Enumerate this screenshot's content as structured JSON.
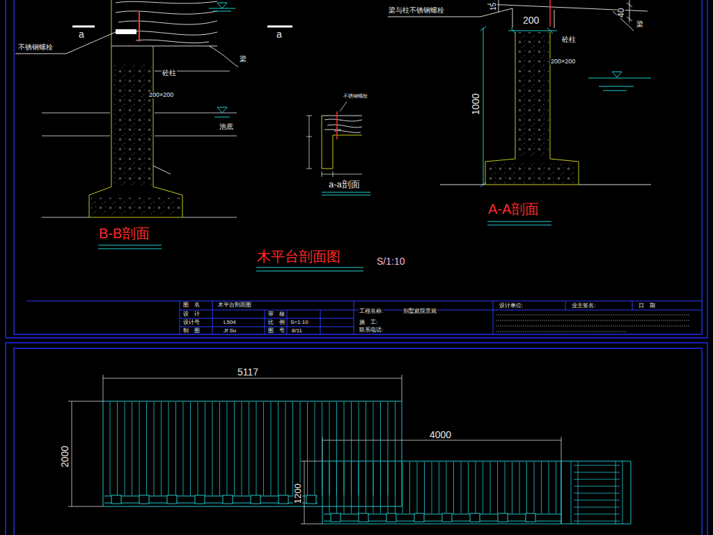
{
  "diagram": {
    "title": "木平台剖面图",
    "labels": [
      "a",
      "a",
      "不锈钢螺栓",
      "梁",
      "砼柱",
      "200×200",
      "池底",
      "B-B剖面",
      "不锈钢螺栓",
      "a-a剖面",
      "梁与柱不锈钢螺栓",
      "200",
      "40",
      "15",
      "梁",
      "砼柱",
      "200×200",
      "1000",
      "A-A剖面",
      "S/1:10",
      "图　名",
      "木平台剖面图",
      "设　计",
      "审　核",
      "设计号",
      "L504",
      "比　例",
      "S=1:10",
      "制　图",
      "Jf Su",
      "图　号",
      "8/11",
      "工程名称:",
      "别墅庭院景观",
      "施　工:",
      "联系电话:",
      "设计单位:",
      "业主签名:",
      "日　期",
      "5117",
      "2000",
      "4000",
      "1200"
    ]
  }
}
